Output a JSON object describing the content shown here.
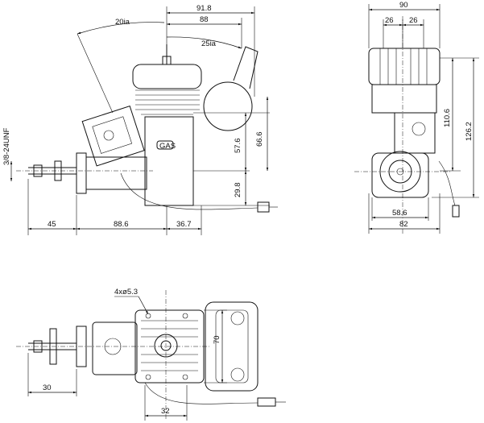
{
  "diagram": {
    "type": "engineering-drawing",
    "views": [
      "side-view",
      "front-view",
      "top-view"
    ],
    "side_view": {
      "dims": {
        "overall_width": "91.8",
        "head_width": "88",
        "angle_left": "20ia",
        "angle_right": "25ia",
        "height_57": "57.6",
        "height_66": "66.6",
        "height_29": "29.8",
        "base_45": "45",
        "base_88": "88.6",
        "base_36": "36.7",
        "thread": "3/8-24UNF"
      }
    },
    "front_view": {
      "dims": {
        "top_width": "90",
        "half_left": "26",
        "half_right": "26",
        "height_110": "110.6",
        "height_126": "126.2",
        "width_58": "58.6",
        "width_82": "82"
      }
    },
    "top_view": {
      "dims": {
        "holes": "4xø5.3",
        "depth_70": "70",
        "left_30": "30",
        "bottom_32": "32"
      }
    }
  }
}
